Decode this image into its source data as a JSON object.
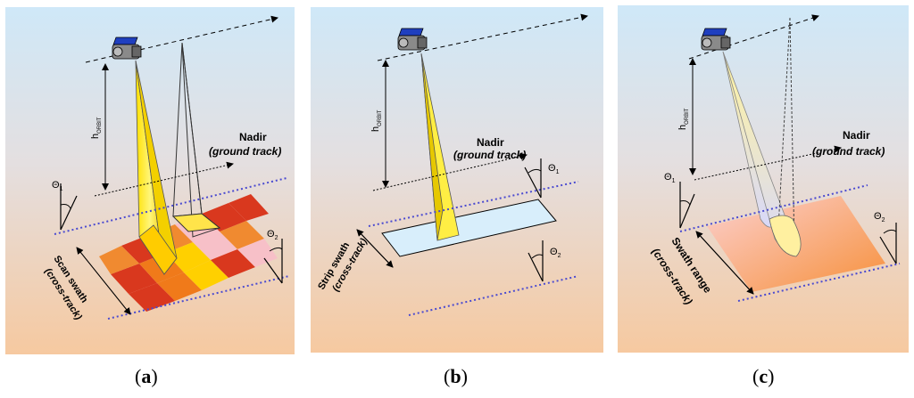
{
  "panels": [
    {
      "id": "a",
      "caption_open": "(",
      "caption_letter": "a",
      "caption_close": ")",
      "h_label": "h",
      "h_subscript": "ORBIT",
      "nadir_label": "Nadir",
      "nadir_sub": "(ground track)",
      "theta1_label": "Θ",
      "theta1_sub": "1",
      "theta2_label": "Θ",
      "theta2_sub": "2",
      "swath_label_1": "Scan swath",
      "swath_label_2": "(cross-track)"
    },
    {
      "id": "b",
      "caption_open": "(",
      "caption_letter": "b",
      "caption_close": ")",
      "h_label": "h",
      "h_subscript": "ORBIT",
      "nadir_label": "Nadir",
      "nadir_sub": "(ground track)",
      "theta1_label": "Θ",
      "theta1_sub": "1",
      "theta2_label": "Θ",
      "theta2_sub": "2",
      "swath_label_1": "Strip swath",
      "swath_label_2": "(cross-track)"
    },
    {
      "id": "c",
      "caption_open": "(",
      "caption_letter": "c",
      "caption_close": ")",
      "h_label": "h",
      "h_subscript": "ORBIT",
      "nadir_label": "Nadir",
      "nadir_sub": "(ground track)",
      "theta1_label": "Θ",
      "theta1_sub": "1",
      "theta2_label": "Θ",
      "theta2_sub": "2",
      "swath_label_1": "Swath range",
      "swath_label_2": "(cross-track)"
    }
  ],
  "colors": {
    "sky_top": "#cfe8f8",
    "ground_bottom": "#f6c9a0",
    "beam_yellow": "#ffee44",
    "scan_red": "#d9381e",
    "scan_orange": "#f07a1a",
    "scan_pink": "#f7c0c8",
    "strip_fill": "#d8eefb",
    "range_fill": "#f7a070",
    "dotted_blue": "#4a4ad0",
    "satellite_panel": "#1f3fbf"
  }
}
